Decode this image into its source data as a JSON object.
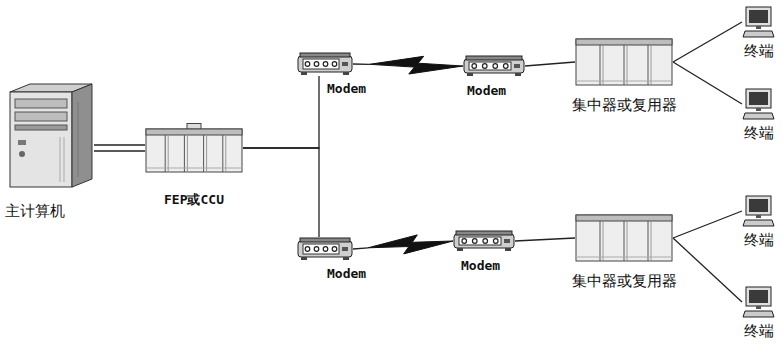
{
  "diagram": {
    "nodes": [
      {
        "text": [
          "主计算机"
        ]
      },
      {
        "text": [
          "FEP或CCU"
        ]
      },
      {
        "text": [
          "Modem"
        ]
      },
      {
        "text": [
          "Modem"
        ]
      },
      {
        "text": [
          "集中器或复用器"
        ]
      },
      {
        "text": [
          "终端"
        ]
      },
      {
        "text": [
          "终端"
        ]
      },
      {
        "text": [
          "Modem"
        ]
      },
      {
        "text": [
          "Modem"
        ]
      },
      {
        "text": [
          "集中器或复用器"
        ]
      },
      {
        "text": [
          "终端"
        ]
      },
      {
        "text": [
          "终端"
        ]
      }
    ],
    "edges": [
      {
        "from": 0,
        "to": 1,
        "arrow": "none"
      },
      {
        "from": 1,
        "to": 2,
        "arrow": "none"
      },
      {
        "from": 1,
        "to": 7,
        "arrow": "none"
      },
      {
        "from": 2,
        "to": 3,
        "arrow": "none"
      },
      {
        "from": 3,
        "to": 4,
        "arrow": "none"
      },
      {
        "from": 4,
        "to": 5,
        "arrow": "none"
      },
      {
        "from": 4,
        "to": 6,
        "arrow": "none"
      },
      {
        "from": 7,
        "to": 8,
        "arrow": "none"
      },
      {
        "from": 8,
        "to": 9,
        "arrow": "none"
      },
      {
        "from": 9,
        "to": 10,
        "arrow": "none"
      },
      {
        "from": 9,
        "to": 11,
        "arrow": "none"
      }
    ]
  }
}
